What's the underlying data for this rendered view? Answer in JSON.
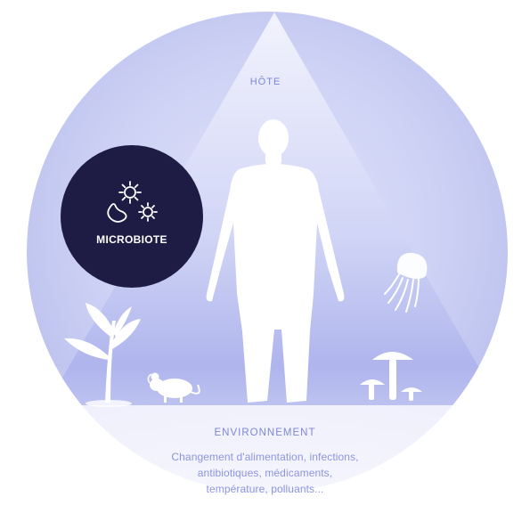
{
  "diagram": {
    "host_label": "HÔTE",
    "microbiota_label": "MICROBIOTE",
    "environment": {
      "title": "ENVIRONNEMENT",
      "description_lines": [
        "Changement d'alimentation, infections,",
        "antibiotiques, médicaments,",
        "température, polluants..."
      ]
    },
    "icons": [
      "human-silhouette-icon",
      "bacteria-icon",
      "virus-icon",
      "plant-icon",
      "mouse-icon",
      "mushroom-icon",
      "jellyfish-icon"
    ],
    "colors": {
      "circle_light": "#eef0fc",
      "circle_mid": "#c9cdf2",
      "triangle_top": "#e6e8fb",
      "triangle_bottom": "#a6ade8",
      "microbiota_circle": "#1e1c45",
      "label_text": "#7d87d8",
      "silhouette": "#ffffff"
    }
  }
}
